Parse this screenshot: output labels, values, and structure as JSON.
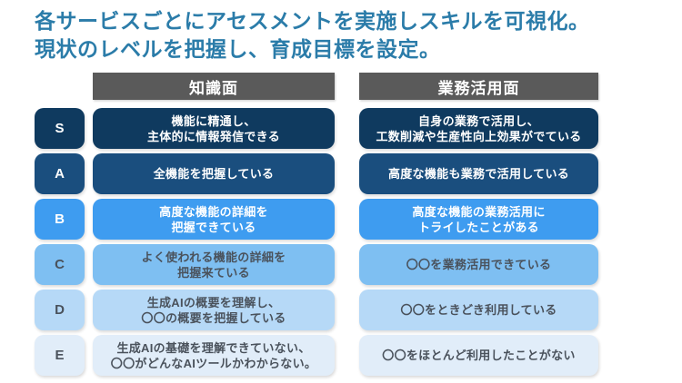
{
  "title": {
    "line1": "各サービスごとにアセスメントを実施しスキルを可視化。",
    "line2": "現状のレベルを把握し、育成目標を設定。"
  },
  "colors": {
    "title": "#2B7CA9",
    "header_bg": "#5A5A5A",
    "header_fg": "#FFFFFF"
  },
  "columns": [
    {
      "label": "知識面"
    },
    {
      "label": "業務活用面"
    }
  ],
  "rows": [
    {
      "grade": "S",
      "bg": "#0F3A5F",
      "fg": "#FFFFFF",
      "knowledge": "機能に精通し、\n主体的に情報発信できる",
      "application": "自身の業務で活用し、\n工数削減や生産性向上効果がでている"
    },
    {
      "grade": "A",
      "bg": "#1A4E7E",
      "fg": "#FFFFFF",
      "knowledge": "全機能を把握している",
      "application": "高度な機能も業務で活用している"
    },
    {
      "grade": "B",
      "bg": "#3E9CF0",
      "fg": "#FFFFFF",
      "knowledge": "高度な機能の詳細を\n把握できている",
      "application": "高度な機能の業務活用に\nトライしたことがある"
    },
    {
      "grade": "C",
      "bg": "#7EBFF2",
      "fg": "#4A525C",
      "knowledge": "よく使われる機能の詳細を\n把握来ている",
      "application": "〇〇を業務活用できている"
    },
    {
      "grade": "D",
      "bg": "#B6D9F7",
      "fg": "#4A525C",
      "knowledge": "生成AIの概要を理解し、\n〇〇の概要を把握している",
      "application": "〇〇をときどき利用している"
    },
    {
      "grade": "E",
      "bg": "#E1EDF9",
      "fg": "#4A525C",
      "knowledge": "生成AIの基礎を理解できていない、\n〇〇がどんなAIツールかわからない。",
      "application": "〇〇をほとんど利用したことがない"
    }
  ]
}
